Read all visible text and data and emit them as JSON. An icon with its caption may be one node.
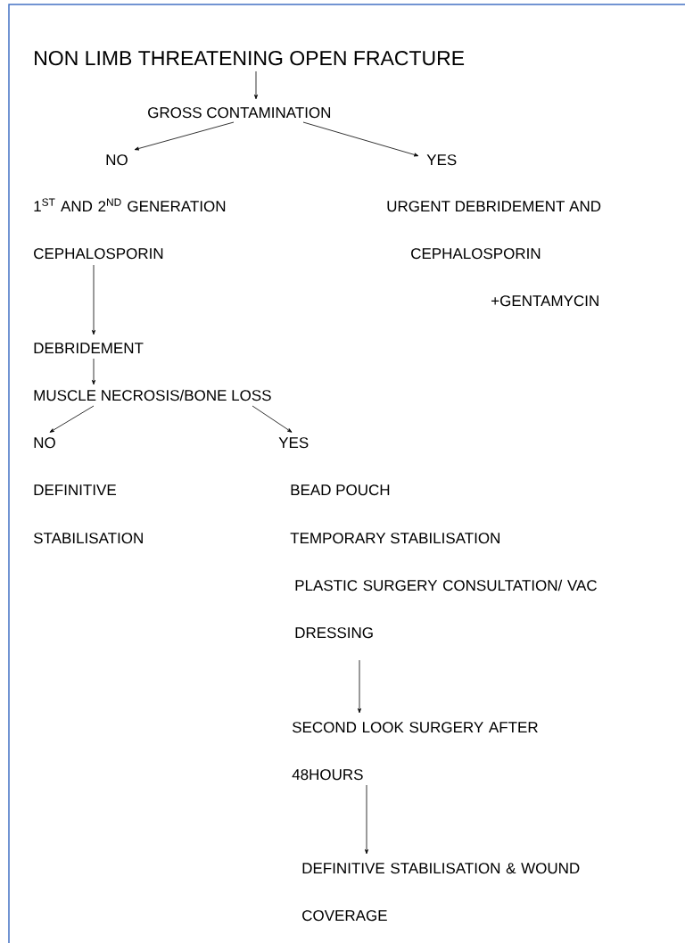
{
  "diagram": {
    "nodes": [
      {
        "text": [
          "NON LIMB THREATENING OPEN FRACTURE"
        ]
      },
      {
        "text": [
          "GROSS CONTAMINATION"
        ]
      },
      {
        "text": [
          "NO"
        ]
      },
      {
        "text": [
          "YES"
        ]
      },
      {
        "text": [
          "1$^{ST}$ AND 2$^{ND}$ GENERATION CEPHALOSPORIN"
        ]
      },
      {
        "text": [
          "DEBRIDEMENT"
        ]
      },
      {
        "text": [
          "MUSCLE NECROSIS/BONE LOSS"
        ]
      },
      {
        "text": [
          "NO"
        ]
      },
      {
        "text": [
          "YES"
        ]
      },
      {
        "text": [
          "PLASTIC SURGERY CONSULTATION/ VAC DRESSING"
        ]
      },
      {
        "text": [
          "SECOND LOOK SURGERY AFTER 48HOURS"
        ]
      },
      {
        "text": [
          "DEFINITIVE STABILISATION & WOUND COVERAGE"
        ]
      }
    ],
    "edges": [
      {
        "from": 0,
        "to": 1,
        "arrow": "to"
      },
      {
        "from": 1,
        "to": 2,
        "arrow": "to"
      },
      {
        "from": 1,
        "to": 3,
        "arrow": "to"
      },
      {
        "from": 4,
        "to": 5,
        "arrow": "to"
      },
      {
        "from": 5,
        "to": 6,
        "arrow": "to"
      },
      {
        "from": 6,
        "to": 7,
        "arrow": "to"
      },
      {
        "from": 6,
        "to": 8,
        "arrow": "to"
      },
      {
        "from": 9,
        "to": 10,
        "arrow": "to"
      },
      {
        "from": 10,
        "to": 11,
        "arrow": "to"
      }
    ],
    "labels": [
      "URGENT DEBRIDEMENT AND",
      "CEPHALOSPORIN",
      "+GENTAMYCIN",
      "DEFINITIVE STABILISATION",
      "BEAD POUCH",
      "TEMPORARY STABILISATION"
    ]
  }
}
